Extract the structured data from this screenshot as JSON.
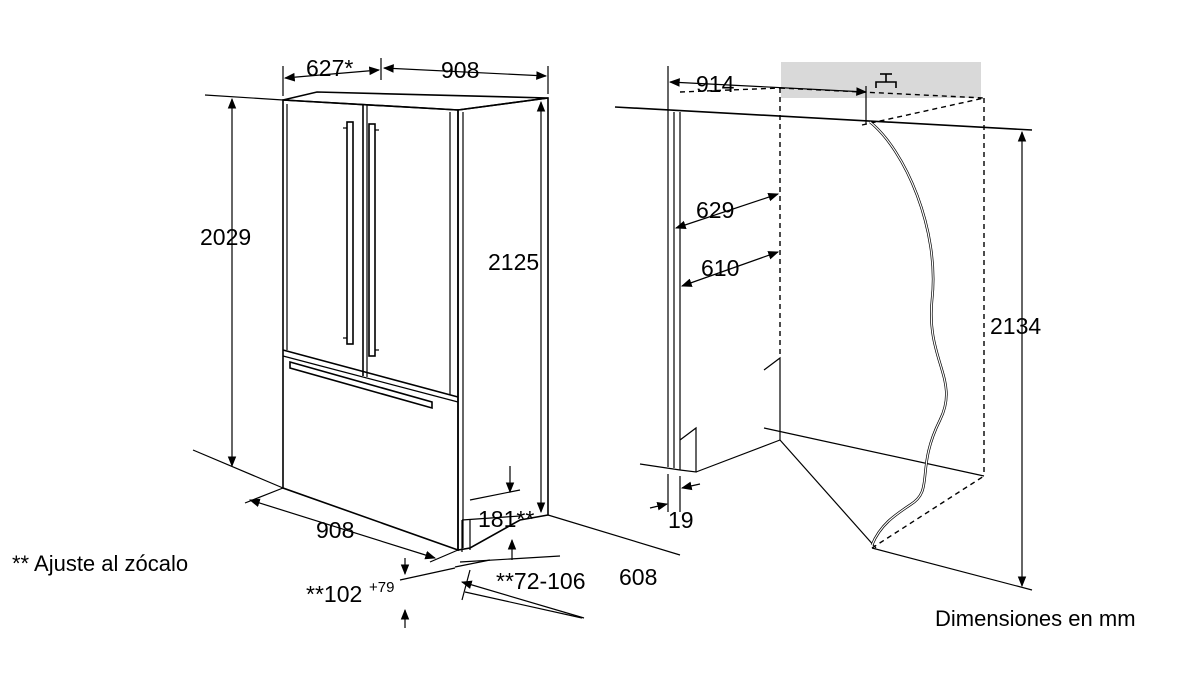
{
  "dimensions": {
    "top_depth": "627*",
    "top_width": "908",
    "height_body": "2029",
    "height_total": "2125",
    "bottom_width": "908",
    "plinth_adjust": "181**",
    "plinth_range": "**72-106",
    "depth": "608",
    "bottom_offset": "**102",
    "bottom_offset_sup": "+79",
    "niche_width": "914",
    "niche_depth_a": "629",
    "niche_depth_b": "610",
    "side_gap": "19",
    "niche_height": "2134"
  },
  "notes": {
    "footnote": "** Ajuste al zócalo",
    "units": "Dimensiones en mm"
  }
}
